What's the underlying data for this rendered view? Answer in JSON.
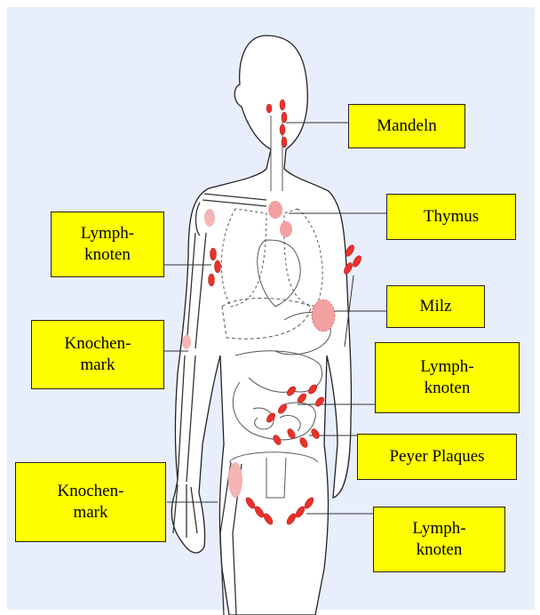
{
  "labels": {
    "mandeln": "Mandeln",
    "thymus": "Thymus",
    "lymph_left": "Lymph-\nknoten",
    "milz": "Milz",
    "knochen_upper": "Knochen-\nmark",
    "lymph_right": "Lymph-\nknoten",
    "peyer": "Peyer Plaques",
    "knochen_lower": "Knochen-\nmark",
    "lymph_bottom": "Lymph-\nknoten"
  },
  "colors": {
    "background": "#e8eefb",
    "label_fill": "#ffff00",
    "lymph_tissue": "#e8322a"
  }
}
